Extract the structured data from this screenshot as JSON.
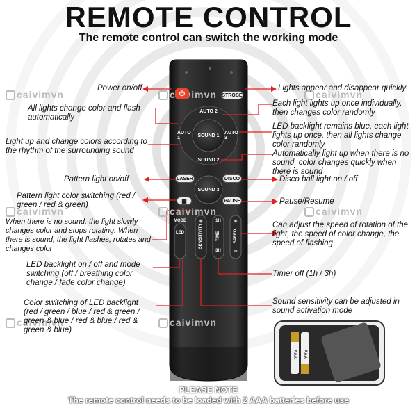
{
  "header": {
    "title": "REMOTE CONTROL",
    "subtitle": "The remote control can switch the working mode"
  },
  "watermark": "caivimvn",
  "remote": {
    "buttons": {
      "power": "⏻",
      "strobe": "STROBE",
      "auto2": "AUTO 2",
      "auto1": "AUTO 1",
      "auto3": "AUTO 3",
      "sound1": "SOUND 1",
      "sound2": "SOUND 2",
      "laser": "LASER",
      "disco": "DISCO",
      "sound3": "SOUND 3",
      "pause": "PAUSE",
      "mode": "MODE",
      "led": "LED",
      "sensitivity": "SENSITIVITY",
      "time": "TIME",
      "time_1h": "1H",
      "time_3h": "3H",
      "speed": "SPEED",
      "plus": "+",
      "minus": "−"
    },
    "battery_text": "AAA"
  },
  "left_labels": [
    "Power on/off",
    "All lights change color and flash automatically",
    "Light up and change colors according to the rhythm of the surrounding sound",
    "Pattern light on/off",
    "Pattern light color switching (red / green / red & green)",
    "When there is no sound, the light slowly changes color and stops rotating. When there is sound, the light flashes, rotates and changes color",
    "LED backlight on / off and mode switching (off / breathing color change / fade color change)",
    "Color switching of LED backlight (red / green / blue / red & green / green & blue / red & blue / red & green & blue)"
  ],
  "right_labels": [
    "Lights appear and disappear quickly",
    "Each light lights up once individually, then changes color randomly",
    "LED backlight remains blue, each light lights up once, then all lights change color randomly",
    "Automatically light up when there is no sound, color changes quickly when there is sound",
    "Disco ball light on / off",
    "Pause/Resume",
    "Can adjust the speed of rotation of the light, the speed of color change, the speed of flashing",
    "Timer off (1h / 3h)",
    "Sound sensitivity can be adjusted in sound activation mode"
  ],
  "footer": {
    "note_title": "PLEASE NOTE",
    "note_text": "The remote control needs to be loaded with 2 AAA batteries before use"
  },
  "colors": {
    "accent": "#e02020",
    "power_button": "#e8442c",
    "remote_body": "#1f1f1f",
    "ring": "#8a8a8a"
  }
}
